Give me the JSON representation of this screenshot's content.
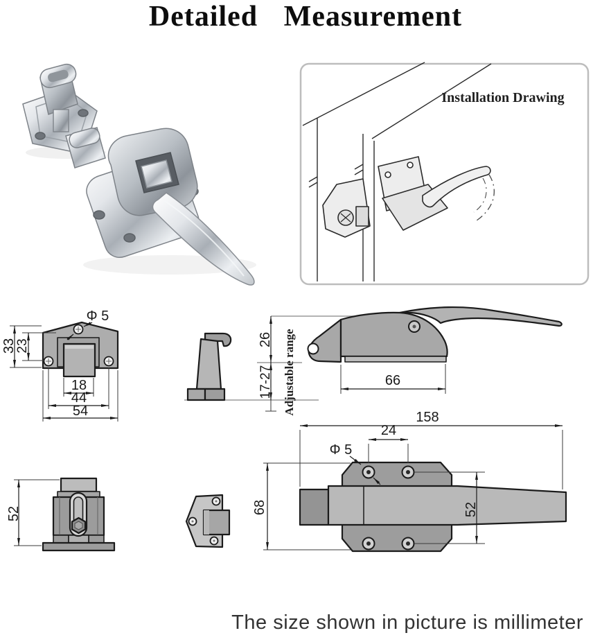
{
  "page": {
    "title": "Detailed Measurement",
    "footer_note": "The size shown in picture is millimeter"
  },
  "installation": {
    "label": "Installation Drawing"
  },
  "dimensions": {
    "strike_front": {
      "height_outer": "33",
      "height_inner": "23",
      "hole_dia": "Φ 5",
      "slot_width": "18",
      "hole_spacing": "44",
      "total_width": "54"
    },
    "handle_side": {
      "body_height": "26",
      "adjustable_range": "17-27",
      "adjustable_label": "Adjustable range",
      "body_length": "66"
    },
    "handle_top": {
      "total_length": "158",
      "hole_spacing": "24",
      "hole_dia": "Φ 5",
      "base_height": "68",
      "hole_rows": "52"
    },
    "strike_side": {
      "height": "52"
    }
  },
  "colors": {
    "outline": "#1b1b1b",
    "metal_mid": "#a9a9a9",
    "metal_light": "#bdbdbd",
    "metal_dark": "#9a9a9a",
    "frame_border": "#bdbdbd",
    "dim_text": "#1a1a1a",
    "footer_text": "#333333"
  }
}
